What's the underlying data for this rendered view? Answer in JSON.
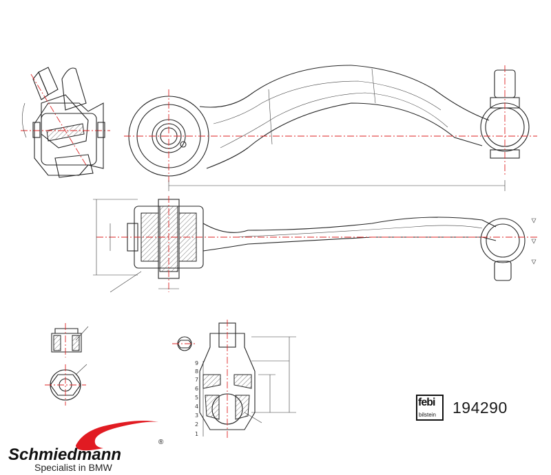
{
  "part_number": "194290",
  "supplier_logo": {
    "word": "febi",
    "subword": "bilstein"
  },
  "brand": {
    "name": "Schmiedmann",
    "registered_mark": "®",
    "tagline": "Specialist in BMW",
    "accent_color": "#e11b22"
  },
  "callout_numbers": [
    "1",
    "2",
    "3",
    "4",
    "5",
    "6",
    "7",
    "8",
    "9"
  ],
  "colors": {
    "line": "#222222",
    "centerline": "#dd2222",
    "background": "#ffffff"
  }
}
